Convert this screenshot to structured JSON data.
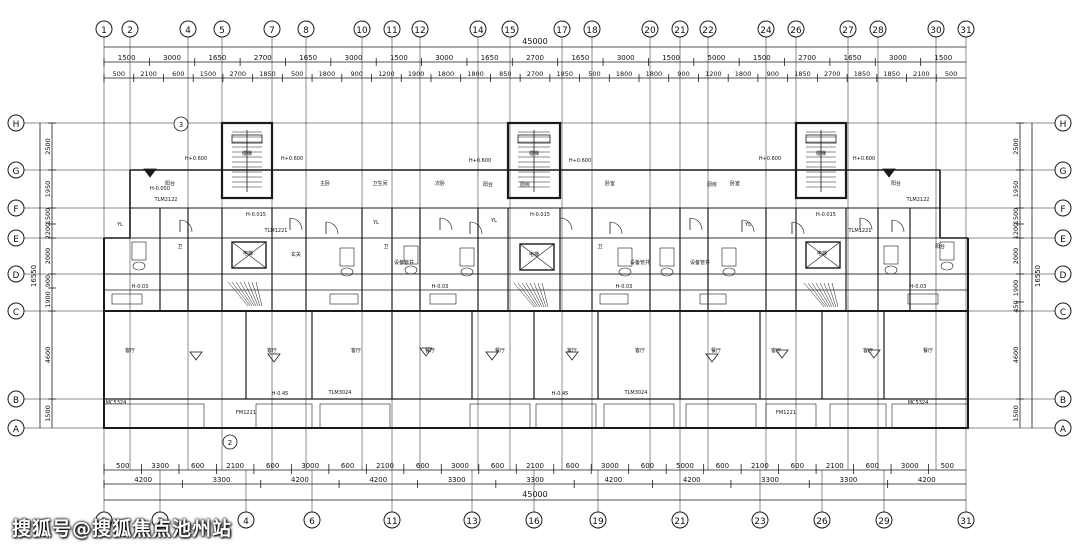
{
  "drawing": {
    "total_width": "45000",
    "col_axes_top": [
      "1",
      "2",
      "4",
      "5",
      "7",
      "8",
      "10",
      "11",
      "12",
      "14",
      "15",
      "17",
      "18",
      "20",
      "21",
      "22",
      "24",
      "26",
      "27",
      "28",
      "30",
      "31"
    ],
    "col_axes_bottom": [
      "1",
      "2",
      "4",
      "6",
      "11",
      "13",
      "16",
      "19",
      "21",
      "23",
      "26",
      "29",
      "31"
    ],
    "row_axes": [
      "H",
      "G",
      "F",
      "E",
      "D",
      "C",
      "B",
      "A"
    ],
    "top_dims_row1": [
      "1500",
      "3000",
      "1650",
      "2700",
      "1650",
      "3000",
      "1500",
      "3000",
      "1650",
      "2700",
      "1650",
      "3000",
      "1500",
      "5000",
      "1500",
      "2700",
      "1650",
      "3000",
      "1500"
    ],
    "top_dims_row2": [
      "500",
      "2100",
      "600",
      "1500",
      "2700",
      "1850",
      "500",
      "1800",
      "900",
      "1200",
      "1900",
      "1800",
      "1800",
      "850",
      "2700",
      "1850",
      "500",
      "1800",
      "1800",
      "900",
      "1200",
      "1800",
      "900",
      "1850",
      "2700",
      "1850",
      "1850",
      "2100",
      "500"
    ],
    "bottom_dims_row1": [
      "500",
      "3300",
      "600",
      "2100",
      "600",
      "3000",
      "600",
      "2100",
      "600",
      "3000",
      "600",
      "2100",
      "600",
      "3000",
      "600",
      "5000",
      "600",
      "2100",
      "600",
      "2100",
      "600",
      "3000",
      "500"
    ],
    "bottom_dims_row2": [
      "4200",
      "3300",
      "4200",
      "4200",
      "3300",
      "3300",
      "4200",
      "4200",
      "3300",
      "3300",
      "4200"
    ],
    "left_dims": [
      "2500",
      "1950",
      "1500",
      "2200",
      "2000",
      "900",
      "1900",
      "4600",
      "1500"
    ],
    "left_dims_total": "16550",
    "right_dims": [
      "2500",
      "1950",
      "1500",
      "1200",
      "2000",
      "1900",
      "450",
      "4600",
      "1500"
    ],
    "right_dims_total": "16550",
    "room_labels": [
      "客厅",
      "客厅",
      "客厅",
      "客厅",
      "客厅",
      "客厅",
      "客厅",
      "餐厅",
      "餐厅",
      "餐厅",
      "餐厅",
      "主卧",
      "次卧",
      "卧室",
      "卫生间",
      "厨房",
      "阳台",
      "厨房",
      "卧室",
      "卫",
      "阳台",
      "阳台",
      "卫",
      "卫",
      "阳台",
      "玄关",
      "电梯",
      "电梯",
      "电梯",
      "楼梯",
      "楼梯",
      "楼梯",
      "设备管井",
      "设备管井",
      "设备管井"
    ],
    "small_labels": [
      "H-0.050",
      "H-0.015",
      "H-0.015",
      "H-0.015",
      "H-0.45",
      "H-0.45",
      "H-0.03",
      "H-0.03",
      "H-0.03",
      "H-0.03",
      "H+0.600",
      "H+0.600",
      "H+0.600",
      "H+0.600",
      "H+0.600",
      "H+0.600",
      "TLM2122",
      "TLM2122",
      "TLM3024",
      "TLM3024",
      "MC5324",
      "MC5324",
      "TLM1221",
      "TLM1221",
      "FM1221",
      "FM1221",
      "YL",
      "YL",
      "YL",
      "YL"
    ],
    "markers": [
      "3",
      "2"
    ]
  },
  "watermark": "搜狐号@搜狐焦点池州站",
  "colors": {
    "line": "#1a1a1a",
    "paper": "#ffffff",
    "watermark": "#ffffff"
  }
}
